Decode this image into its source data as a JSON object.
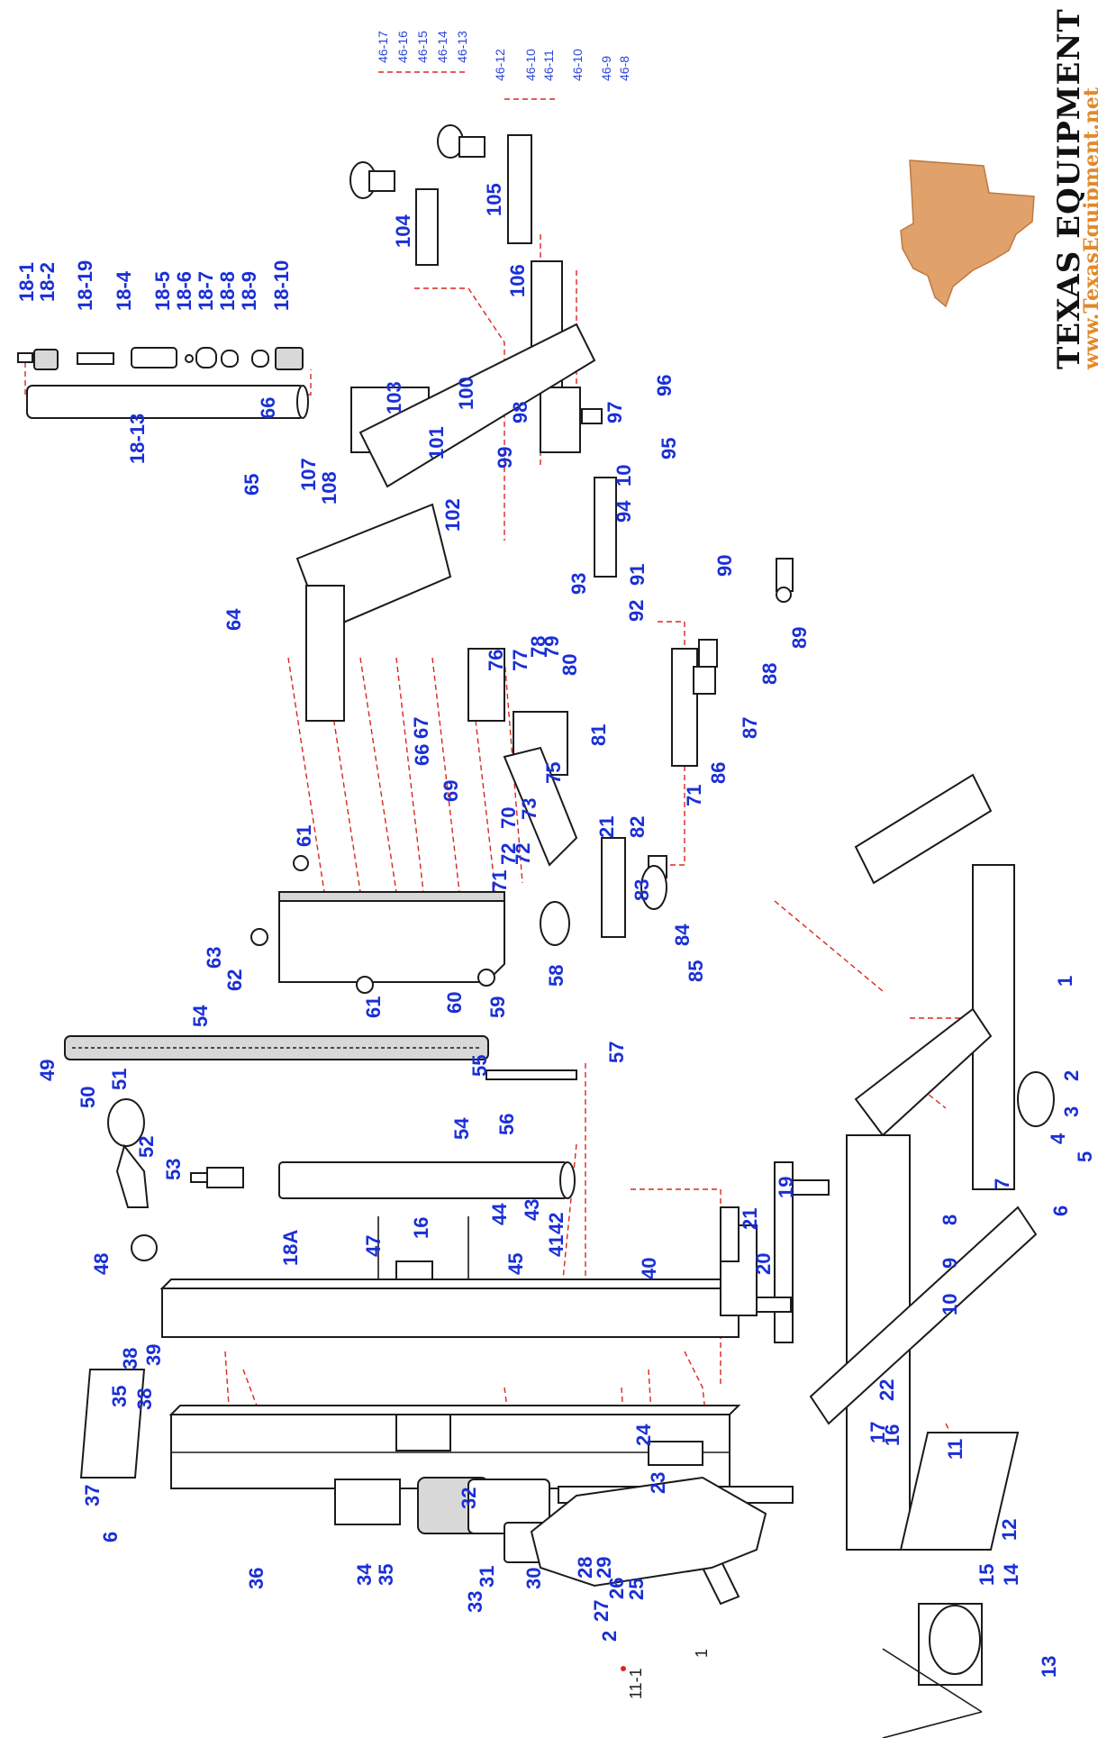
{
  "brand": {
    "name": "TEXAS EQUIPMENT",
    "url": "www.TexasEquipment.net"
  },
  "colors": {
    "label": "#1a2fd6",
    "leader": "#d8281e",
    "logo": "#e0a26a",
    "url": "#e08a2a"
  },
  "top_labels": [
    "46-17",
    "46-16",
    "46-15",
    "46-14",
    "46-13",
    "46-12",
    "46-10",
    "46-11",
    "46-10",
    "46-9",
    "46-8"
  ],
  "labels": [
    "18-1",
    "18-2",
    "18-19",
    "18-4",
    "18-5",
    "18-6",
    "18-7",
    "18-8",
    "18-9",
    "18-10",
    "18-13",
    "104",
    "105",
    "106",
    "103",
    "100",
    "98",
    "99",
    "101",
    "102",
    "97",
    "96",
    "95",
    "10",
    "94",
    "93",
    "92",
    "91",
    "90",
    "89",
    "88",
    "87",
    "86",
    "71",
    "66",
    "107",
    "108",
    "65",
    "64",
    "67",
    "66",
    "69",
    "76",
    "77",
    "78",
    "79",
    "80",
    "81",
    "75",
    "70",
    "72",
    "73",
    "71",
    "72",
    "21",
    "82",
    "83",
    "84",
    "85",
    "61",
    "63",
    "62",
    "54",
    "58",
    "61",
    "60",
    "59",
    "49",
    "50",
    "51",
    "52",
    "53",
    "55",
    "57",
    "54",
    "56",
    "48",
    "18A",
    "47",
    "16",
    "44",
    "43",
    "42",
    "41",
    "45",
    "40",
    "21",
    "20",
    "19",
    "1",
    "2",
    "3",
    "4",
    "5",
    "6",
    "7",
    "8",
    "9",
    "10",
    "11",
    "17",
    "22",
    "16",
    "39",
    "38",
    "35",
    "38",
    "37",
    "6",
    "32",
    "24",
    "23",
    "29",
    "28",
    "25",
    "26",
    "27",
    "2",
    "30",
    "31",
    "33",
    "34",
    "35",
    "36",
    "12",
    "14",
    "15",
    "13",
    "11-1",
    "1"
  ]
}
